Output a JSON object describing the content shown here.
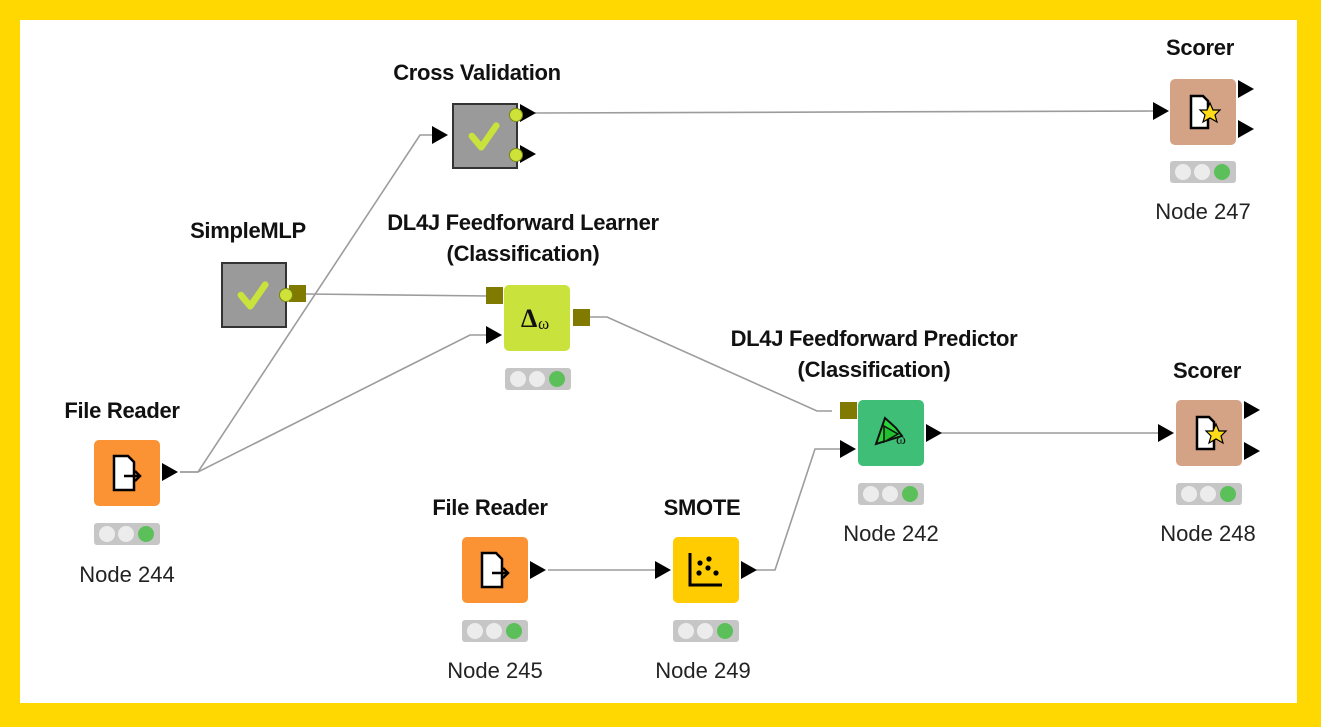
{
  "workflow": {
    "frame_color": "#fed800",
    "nodes": [
      {
        "id": "cross-validation",
        "title": "Cross Validation",
        "type": "metanode",
        "color": "#9a9a9a"
      },
      {
        "id": "simplemlp",
        "title": "SimpleMLP",
        "type": "metanode",
        "color": "#9a9a9a"
      },
      {
        "id": "dl4j-learner",
        "title_line1": "DL4J Feedforward Learner",
        "title_line2": "(Classification)",
        "color": "#c9e33c",
        "status": "executed"
      },
      {
        "id": "file-reader-244",
        "title": "File Reader",
        "node_label": "Node 244",
        "color": "#fb9233",
        "status": "executed"
      },
      {
        "id": "file-reader-245",
        "title": "File Reader",
        "node_label": "Node 245",
        "color": "#fb9233",
        "status": "executed"
      },
      {
        "id": "smote",
        "title": "SMOTE",
        "node_label": "Node 249",
        "color": "#fecc00",
        "status": "executed"
      },
      {
        "id": "dl4j-predictor",
        "title_line1": "DL4J Feedforward Predictor",
        "title_line2": "(Classification)",
        "node_label": "Node 242",
        "color": "#3fbe78",
        "status": "executed"
      },
      {
        "id": "scorer-247",
        "title": "Scorer",
        "node_label": "Node 247",
        "color": "#d4a386",
        "status": "executed"
      },
      {
        "id": "scorer-248",
        "title": "Scorer",
        "node_label": "Node 248",
        "color": "#d4a386",
        "status": "executed"
      }
    ],
    "connections": [
      {
        "from": "file-reader-244",
        "to": "cross-validation"
      },
      {
        "from": "file-reader-244",
        "to": "dl4j-learner"
      },
      {
        "from": "simplemlp",
        "to": "dl4j-learner"
      },
      {
        "from": "dl4j-learner",
        "to": "dl4j-predictor"
      },
      {
        "from": "file-reader-245",
        "to": "smote"
      },
      {
        "from": "smote",
        "to": "dl4j-predictor"
      },
      {
        "from": "dl4j-predictor",
        "to": "scorer-248"
      },
      {
        "from": "cross-validation",
        "to": "scorer-247"
      }
    ]
  }
}
